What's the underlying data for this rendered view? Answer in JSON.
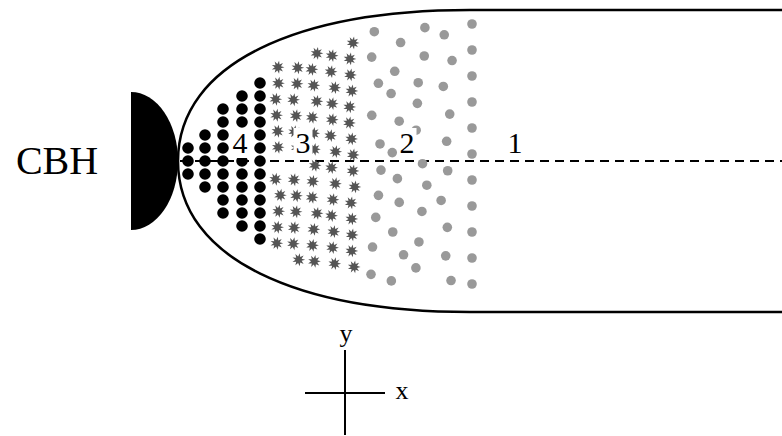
{
  "diagram": {
    "labels": [
      "CBH",
      "4",
      "3",
      "2",
      "1",
      "y",
      "x"
    ]
  }
}
